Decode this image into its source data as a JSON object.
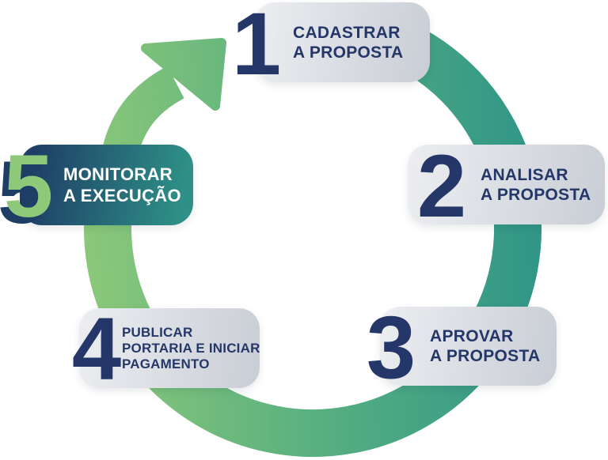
{
  "diagram": {
    "type": "circular-process-cycle",
    "background": "#FFFFFF",
    "palette": {
      "navy_text": "#243768",
      "ring_green_light": "#8DC979",
      "ring_green_mid": "#57AF80",
      "ring_teal": "#2D9488",
      "card_gray_start": "#ECEEF1",
      "card_gray_end": "#C9CDD5",
      "highlight_navy": "#1E3E66",
      "highlight_teal": "#2E9086",
      "text_on_highlight": "#FFFFFF"
    },
    "ring": {
      "icon": "circular-arrow-clockwise",
      "arrow_icon": "arrow-up-right"
    },
    "steps": [
      {
        "number": "1",
        "highlighted": false,
        "lines": [
          "CADASTRAR",
          "A PROPOSTA"
        ]
      },
      {
        "number": "2",
        "highlighted": false,
        "lines": [
          "ANALISAR",
          "A PROPOSTA"
        ]
      },
      {
        "number": "3",
        "highlighted": false,
        "lines": [
          "APROVAR",
          "A PROPOSTA"
        ]
      },
      {
        "number": "4",
        "highlighted": false,
        "lines": [
          "PUBLICAR",
          "PORTARIA E INICIAR",
          "PAGAMENTO"
        ]
      },
      {
        "number": "5",
        "highlighted": true,
        "lines": [
          "MONITORAR",
          "A EXECUÇÃO"
        ]
      }
    ]
  }
}
